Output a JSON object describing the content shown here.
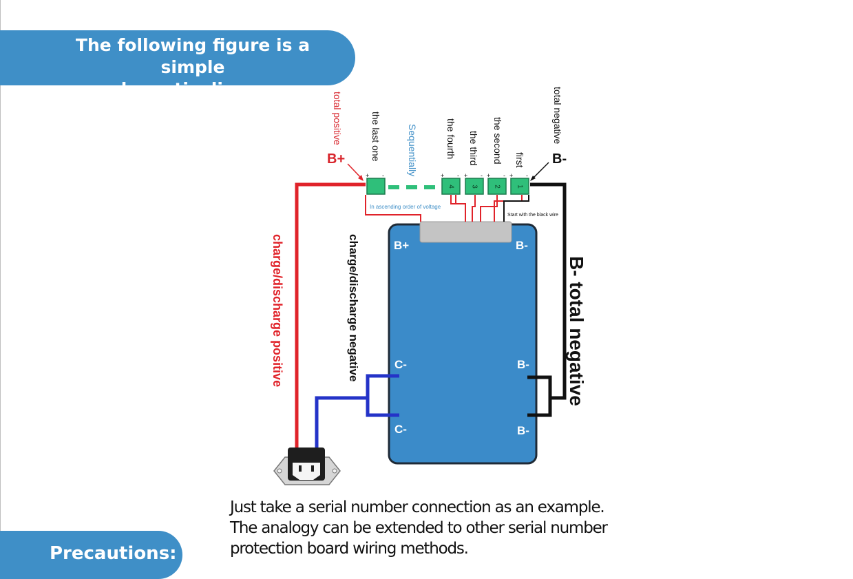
{
  "header": {
    "title_line1": "The following figure is a simple",
    "title_line2": "schematic diagram"
  },
  "diagram": {
    "labels": {
      "total_positive": "total positive",
      "b_plus": "B+",
      "last_one": "the last one",
      "sequentially": "Sequentially",
      "fourth": "the fourth",
      "third": "the third",
      "second": "the second",
      "first": "first",
      "total_negative": "total negative",
      "b_minus": "B-",
      "ascending": "In ascending order of voltage",
      "start_black": "Start with the black wire",
      "charge_positive": "charge/discharge positive",
      "charge_negative": "charge/discharge negative",
      "b_total_negative": "B- total negative",
      "board_b_plus": "B+",
      "board_b_minus": "B-",
      "board_c_minus_1": "C-",
      "board_c_minus_2": "C-",
      "board_b_minus_2": "B-",
      "board_b_minus_3": "B-",
      "plus": "+",
      "minus": "-"
    },
    "cells": [
      {
        "label": ""
      },
      {
        "label": "4"
      },
      {
        "label": "3"
      },
      {
        "label": "2"
      },
      {
        "label": "1"
      }
    ],
    "colors": {
      "red_wire": "#e0232a",
      "blue_wire": "#2433c8",
      "black_wire": "#111111",
      "board": "#3b8bc9",
      "cell": "#2fbf7a",
      "connector": "#c4c4c4",
      "accent_blue": "#3f8fc7"
    }
  },
  "caption": {
    "line1": "Just take a serial number connection as an example.",
    "line2": "The analogy can be extended to other serial number",
    "line3": "protection board wiring methods."
  },
  "footer": {
    "precautions_label": "Precautions:"
  }
}
